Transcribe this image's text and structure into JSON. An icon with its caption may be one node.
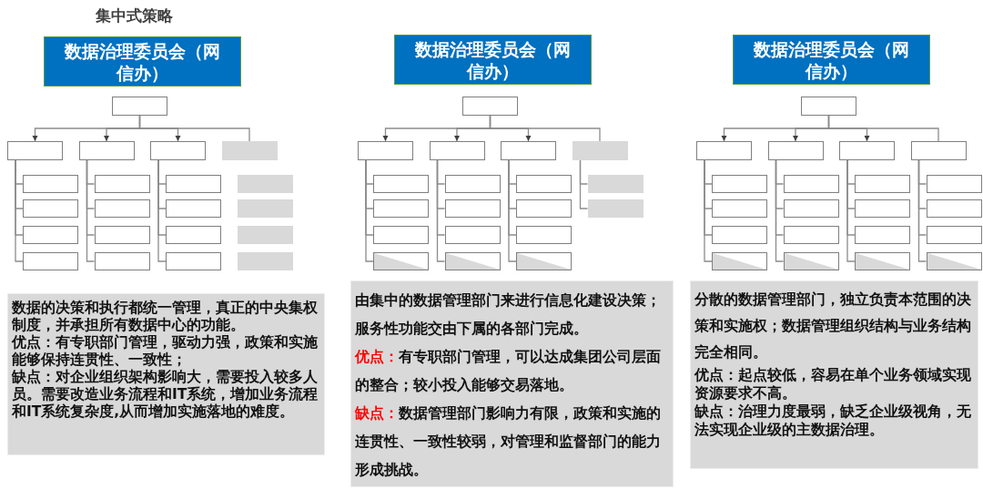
{
  "diagram": {
    "nodes": [
      {
        "text": [
          "数据治理委员会（网信办）"
        ]
      },
      {
        "text": [],
        "shape": "box"
      },
      {
        "text": [],
        "shape": "box"
      },
      {
        "text": [],
        "shape": "box"
      },
      {
        "text": [],
        "shape": "box"
      },
      {
        "text": [],
        "shape": "box"
      },
      {
        "text": [],
        "shape": "box"
      },
      {
        "text": [],
        "shape": "box"
      },
      {
        "text": [],
        "shape": "box"
      },
      {
        "text": [],
        "shape": "box"
      },
      {
        "text": [],
        "shape": "box"
      },
      {
        "text": [],
        "shape": "box"
      },
      {
        "text": [],
        "shape": "box"
      },
      {
        "text": [],
        "shape": "box"
      },
      {
        "text": [],
        "shape": "box"
      },
      {
        "text": [],
        "shape": "box"
      },
      {
        "text": [],
        "shape": "box"
      },
      {
        "text": [],
        "shape": "box"
      },
      {
        "text": [],
        "shape": "box"
      },
      {
        "text": [],
        "shape": "box"
      },
      {
        "text": [],
        "shape": "box"
      },
      {
        "text": [],
        "shape": "box"
      },
      {
        "text": [
          "数据的决策和执行都统一管理，真正的中央集权制度，并承担所有数据中心的功能。",
          "优点：有专职部门管理，驱动力强，政策和实施能够保持连贯性、一致性；",
          "缺点：对企业组织架构影响大，需要投入较多人员。需要改造业务流程和IT系统，增加业务流程和IT系统复杂度,从而增加实施落地的难度。"
        ]
      },
      {
        "text": [
          "数据治理委员会（网信办）"
        ]
      },
      {
        "text": [],
        "shape": "box"
      },
      {
        "text": [],
        "shape": "box"
      },
      {
        "text": [],
        "shape": "box"
      },
      {
        "text": [],
        "shape": "box"
      },
      {
        "text": [],
        "shape": "box"
      },
      {
        "text": [],
        "shape": "box"
      },
      {
        "text": [],
        "shape": "box"
      },
      {
        "text": [],
        "shape": "box"
      },
      {
        "text": [],
        "shape": "box"
      },
      {
        "text": [],
        "shape": "box"
      },
      {
        "text": [],
        "shape": "box"
      },
      {
        "text": [],
        "shape": "box"
      },
      {
        "text": [],
        "shape": "box"
      },
      {
        "text": [],
        "shape": "box"
      },
      {
        "text": [],
        "shape": "box"
      },
      {
        "text": [],
        "shape": "box"
      },
      {
        "text": [],
        "shape": "box"
      },
      {
        "text": [],
        "shape": "box"
      },
      {
        "text": [],
        "shape": "box"
      },
      {
        "text": [
          "由集中的数据管理部门来进行信息化建设决策；服务性功能交由下属的各部门完成。",
          "优点：",
          "有专职部门管理，可以达成集团公司层面的整合；较小投入能够交易落地。",
          "缺点：",
          "数据管理部门影响力有限，政策和实施的连贯性、一致性较弱，对管理和监督部门的能力形成挑战。"
        ]
      },
      {
        "text": [
          "数据治理委员会（网信办）"
        ]
      },
      {
        "text": [],
        "shape": "box"
      },
      {
        "text": [],
        "shape": "box"
      },
      {
        "text": [],
        "shape": "box"
      },
      {
        "text": [],
        "shape": "box"
      },
      {
        "text": [],
        "shape": "box"
      },
      {
        "text": [],
        "shape": "box"
      },
      {
        "text": [],
        "shape": "box"
      },
      {
        "text": [],
        "shape": "box"
      },
      {
        "text": [],
        "shape": "box"
      },
      {
        "text": [],
        "shape": "box"
      },
      {
        "text": [],
        "shape": "box"
      },
      {
        "text": [],
        "shape": "box"
      },
      {
        "text": [],
        "shape": "box"
      },
      {
        "text": [],
        "shape": "box"
      },
      {
        "text": [],
        "shape": "box"
      },
      {
        "text": [],
        "shape": "box"
      },
      {
        "text": [],
        "shape": "box"
      },
      {
        "text": [],
        "shape": "box"
      },
      {
        "text": [],
        "shape": "box"
      },
      {
        "text": [],
        "shape": "box"
      },
      {
        "text": [],
        "shape": "box"
      },
      {
        "text": [
          "分散的数据管理部门，独立负责本范围的决策和实施权；数据管理组织结构与业务结构完全相同。",
          "优点：起点较低，容易在单个业务领域实现资源要求不高。",
          "缺点：治理力度最弱，缺乏企业级视角，无法实现企业级的主数据治理。"
        ]
      }
    ],
    "edges": [
      {
        "from": 1,
        "to": 2,
        "arrow": "to"
      },
      {
        "from": 1,
        "to": 3,
        "arrow": "to"
      },
      {
        "from": 1,
        "to": 4,
        "arrow": "to"
      },
      {
        "from": 1,
        "to": 5,
        "arrow": "none"
      },
      {
        "from": 2,
        "to": 6,
        "arrow": "none"
      },
      {
        "from": 2,
        "to": 7,
        "arrow": "none"
      },
      {
        "from": 2,
        "to": 8,
        "arrow": "none"
      },
      {
        "from": 2,
        "to": 9,
        "arrow": "none"
      },
      {
        "from": 3,
        "to": 10,
        "arrow": "none"
      },
      {
        "from": 3,
        "to": 11,
        "arrow": "none"
      },
      {
        "from": 3,
        "to": 12,
        "arrow": "none"
      },
      {
        "from": 3,
        "to": 13,
        "arrow": "none"
      },
      {
        "from": 4,
        "to": 14,
        "arrow": "none"
      },
      {
        "from": 4,
        "to": 15,
        "arrow": "none"
      },
      {
        "from": 4,
        "to": 16,
        "arrow": "none"
      },
      {
        "from": 4,
        "to": 17,
        "arrow": "none"
      },
      {
        "from": 24,
        "to": 25,
        "arrow": "to"
      },
      {
        "from": 24,
        "to": 26,
        "arrow": "to"
      },
      {
        "from": 24,
        "to": 27,
        "arrow": "to"
      },
      {
        "from": 24,
        "to": 28,
        "arrow": "none"
      },
      {
        "from": 25,
        "to": 29,
        "arrow": "none"
      },
      {
        "from": 25,
        "to": 30,
        "arrow": "none"
      },
      {
        "from": 25,
        "to": 31,
        "arrow": "none"
      },
      {
        "from": 25,
        "to": 32,
        "arrow": "none"
      },
      {
        "from": 26,
        "to": 33,
        "arrow": "none"
      },
      {
        "from": 26,
        "to": 34,
        "arrow": "none"
      },
      {
        "from": 26,
        "to": 35,
        "arrow": "none"
      },
      {
        "from": 26,
        "to": 36,
        "arrow": "none"
      },
      {
        "from": 27,
        "to": 37,
        "arrow": "none"
      },
      {
        "from": 27,
        "to": 38,
        "arrow": "none"
      },
      {
        "from": 27,
        "to": 39,
        "arrow": "none"
      },
      {
        "from": 27,
        "to": 40,
        "arrow": "none"
      },
      {
        "from": 28,
        "to": 41,
        "arrow": "none"
      },
      {
        "from": 28,
        "to": 42,
        "arrow": "none"
      },
      {
        "from": 45,
        "to": 46,
        "arrow": "to"
      },
      {
        "from": 45,
        "to": 47,
        "arrow": "to"
      },
      {
        "from": 45,
        "to": 48,
        "arrow": "to"
      },
      {
        "from": 45,
        "to": 49,
        "arrow": "none"
      },
      {
        "from": 46,
        "to": 50,
        "arrow": "none"
      },
      {
        "from": 46,
        "to": 51,
        "arrow": "none"
      },
      {
        "from": 46,
        "to": 52,
        "arrow": "none"
      },
      {
        "from": 46,
        "to": 53,
        "arrow": "none"
      },
      {
        "from": 47,
        "to": 54,
        "arrow": "none"
      },
      {
        "from": 47,
        "to": 55,
        "arrow": "none"
      },
      {
        "from": 47,
        "to": 56,
        "arrow": "none"
      },
      {
        "from": 47,
        "to": 57,
        "arrow": "none"
      },
      {
        "from": 48,
        "to": 58,
        "arrow": "none"
      },
      {
        "from": 48,
        "to": 59,
        "arrow": "none"
      },
      {
        "from": 48,
        "to": 60,
        "arrow": "none"
      },
      {
        "from": 48,
        "to": 61,
        "arrow": "none"
      },
      {
        "from": 49,
        "to": 62,
        "arrow": "none"
      },
      {
        "from": 49,
        "to": 63,
        "arrow": "none"
      },
      {
        "from": 49,
        "to": 64,
        "arrow": "none"
      },
      {
        "from": 49,
        "to": 65,
        "arrow": "none"
      }
    ],
    "labels": [
      "集中式策略"
    ]
  }
}
